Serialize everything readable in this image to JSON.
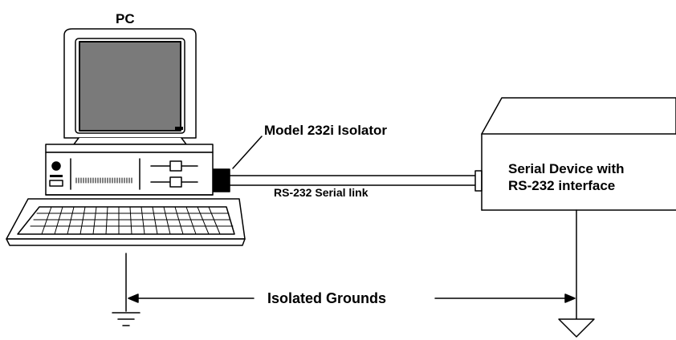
{
  "labels": {
    "pc": "PC",
    "isolator": "Model 232i Isolator",
    "serial_link": "RS-232 Serial link",
    "device_line1": "Serial Device with",
    "device_line2": "RS-232 interface",
    "grounds": "Isolated Grounds"
  },
  "colors": {
    "stroke": "#000000",
    "screen": "#7a7a7a",
    "background": "#ffffff"
  }
}
